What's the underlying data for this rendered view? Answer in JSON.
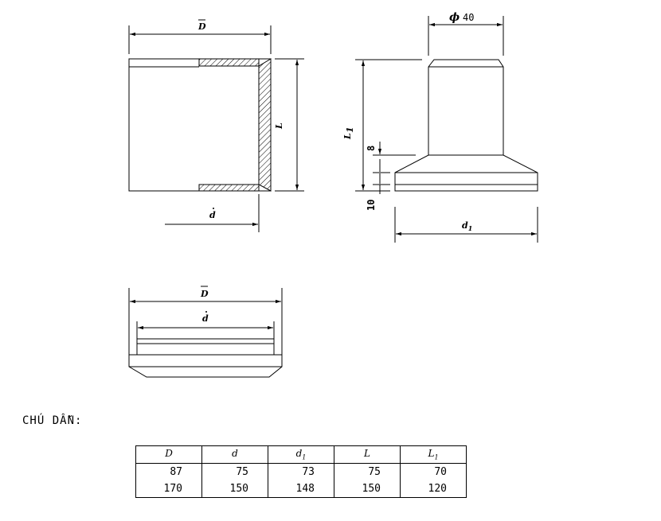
{
  "drawing": {
    "top_left": {
      "width_label": "D",
      "height_label": "L",
      "inner_label": "d"
    },
    "top_right": {
      "diameter_symbol": "ϕ",
      "diameter_value": "40",
      "height_label": "L",
      "height_sub": "1",
      "step_upper": "8",
      "step_lower": "10",
      "base_label": "d",
      "base_sub": "1"
    },
    "bottom": {
      "outer_label": "D",
      "inner_label": "d"
    }
  },
  "legend": {
    "title": "CHÚ DẪN:",
    "columns": [
      {
        "label": "D",
        "sub": ""
      },
      {
        "label": "d",
        "sub": ""
      },
      {
        "label": "d",
        "sub": "1"
      },
      {
        "label": "L",
        "sub": ""
      },
      {
        "label": "L",
        "sub": "1"
      }
    ],
    "rows": [
      [
        "87",
        "75",
        "73",
        "75",
        "70"
      ],
      [
        "170",
        "150",
        "148",
        "150",
        "120"
      ]
    ]
  }
}
